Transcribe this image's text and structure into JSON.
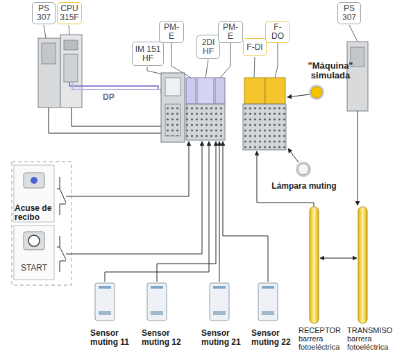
{
  "diagram": {
    "nodes": [
      {
        "text": [
          "PS 307"
        ]
      },
      {
        "text": [
          "CPU 315F"
        ]
      },
      {
        "text": [
          "IM 151 HF"
        ]
      },
      {
        "text": [
          "PM-E"
        ]
      },
      {
        "text": [
          "2DI HF"
        ]
      },
      {
        "text": [
          "PM-E"
        ]
      },
      {
        "text": [
          "F-DI"
        ]
      },
      {
        "text": [
          "F-DO"
        ]
      },
      {
        "text": [
          "PS 307"
        ]
      }
    ],
    "labels": [
      "DP",
      "\"Máquina\" simulada",
      "Lámpara muting",
      "Acuse de recibo",
      "START",
      "Sensor muting 11",
      "Sensor muting 12",
      "Sensor muting 21",
      "Sensor muting 22",
      "RECEPTOR barrera fotoeléctrica",
      "TRANSMISO barrera fotoeléctrica"
    ]
  }
}
